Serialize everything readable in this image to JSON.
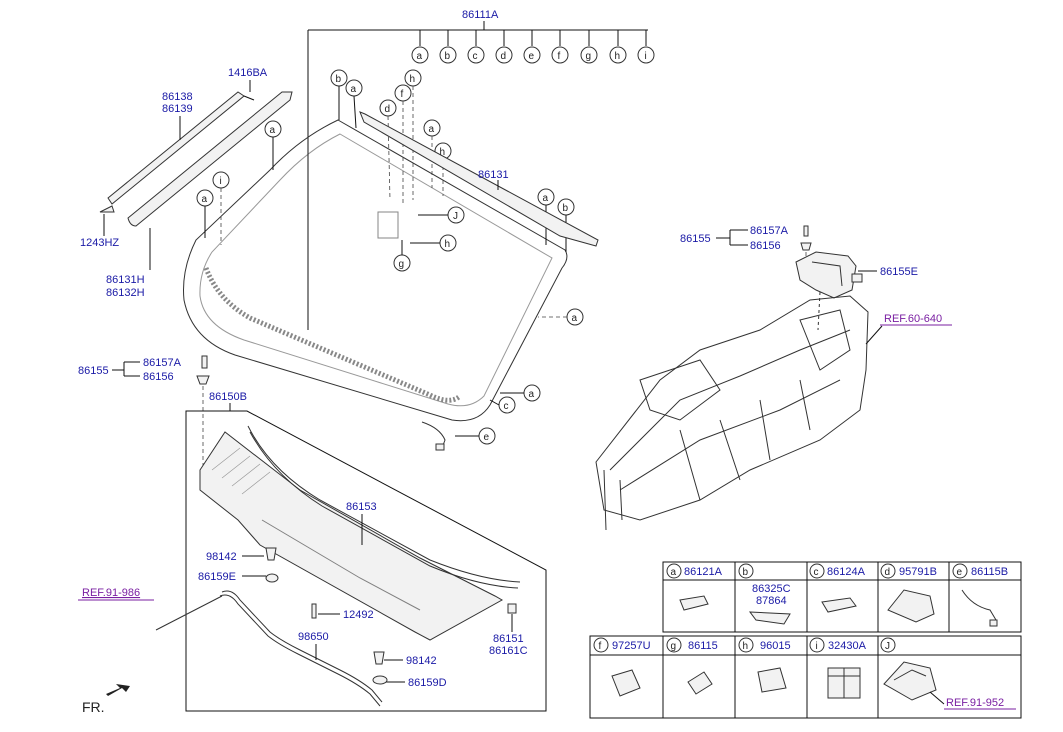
{
  "part_labels": {
    "p86111A": "86111A",
    "p1416BA": "1416BA",
    "p86138": "86138",
    "p86139": "86139",
    "p1243HZ": "1243HZ",
    "p86131H": "86131H",
    "p86132H": "86132H",
    "p86131": "86131",
    "p86155_left": "86155",
    "p86157A_left": "86157A",
    "p86156_left": "86156",
    "p86150B": "86150B",
    "p86153": "86153",
    "p98142_top": "98142",
    "p86159E": "86159E",
    "p12492": "12492",
    "p98650": "98650",
    "p98142_bottom": "98142",
    "p86159D": "86159D",
    "p86151": "86151",
    "p86161C": "86161C",
    "p86155_right": "86155",
    "p86157A_right": "86157A",
    "p86156_right": "86156",
    "p86155E": "86155E"
  },
  "references": {
    "ref_60_640": "REF.60-640",
    "ref_91_986": "REF.91-986",
    "ref_91_952": "REF.91-952"
  },
  "callout_letters": [
    "a",
    "b",
    "c",
    "d",
    "e",
    "f",
    "g",
    "h",
    "i"
  ],
  "callouts": {
    "a": "a",
    "b": "b",
    "c": "c",
    "d": "d",
    "e": "e",
    "f": "f",
    "g": "g",
    "h": "h",
    "i": "i",
    "J": "J"
  },
  "legend": {
    "row1": [
      {
        "letter": "a",
        "parts": [
          "86121A"
        ]
      },
      {
        "letter": "b",
        "parts": [
          "86325C",
          "87864"
        ]
      },
      {
        "letter": "c",
        "parts": [
          "86124A"
        ]
      },
      {
        "letter": "d",
        "parts": [
          "95791B"
        ]
      },
      {
        "letter": "e",
        "parts": [
          "86115B"
        ]
      }
    ],
    "row2": [
      {
        "letter": "f",
        "parts": [
          "97257U"
        ]
      },
      {
        "letter": "g",
        "parts": [
          "86115"
        ]
      },
      {
        "letter": "h",
        "parts": [
          "96015"
        ]
      },
      {
        "letter": "i",
        "parts": [
          "32430A"
        ]
      },
      {
        "letter": "J",
        "parts": []
      }
    ]
  },
  "direction_label": "FR."
}
